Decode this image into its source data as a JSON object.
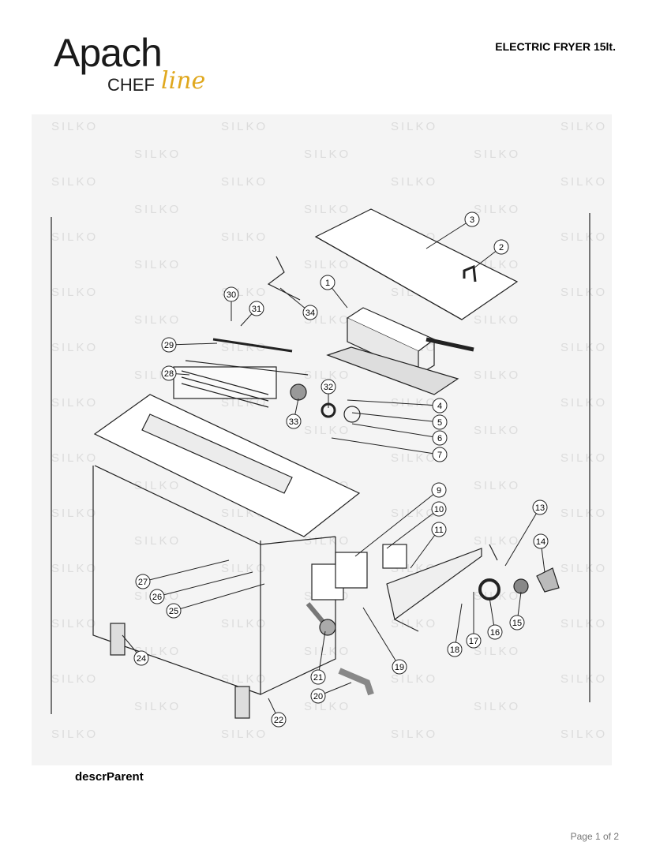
{
  "brand": {
    "name": "Apach",
    "sub": "CHEF",
    "script": "line"
  },
  "header": {
    "title": "ELECTRIC FRYER 15lt."
  },
  "watermark": "SILKO",
  "callouts": [
    "1",
    "2",
    "3",
    "4",
    "5",
    "6",
    "7",
    "9",
    "10",
    "11",
    "13",
    "14",
    "15",
    "16",
    "17",
    "18",
    "19",
    "20",
    "21",
    "22",
    "24",
    "25",
    "26",
    "27",
    "28",
    "29",
    "30",
    "31",
    "32",
    "33",
    "34"
  ],
  "section": {
    "label": "descrParent"
  },
  "footer": {
    "page": "Page 1 of 2"
  }
}
